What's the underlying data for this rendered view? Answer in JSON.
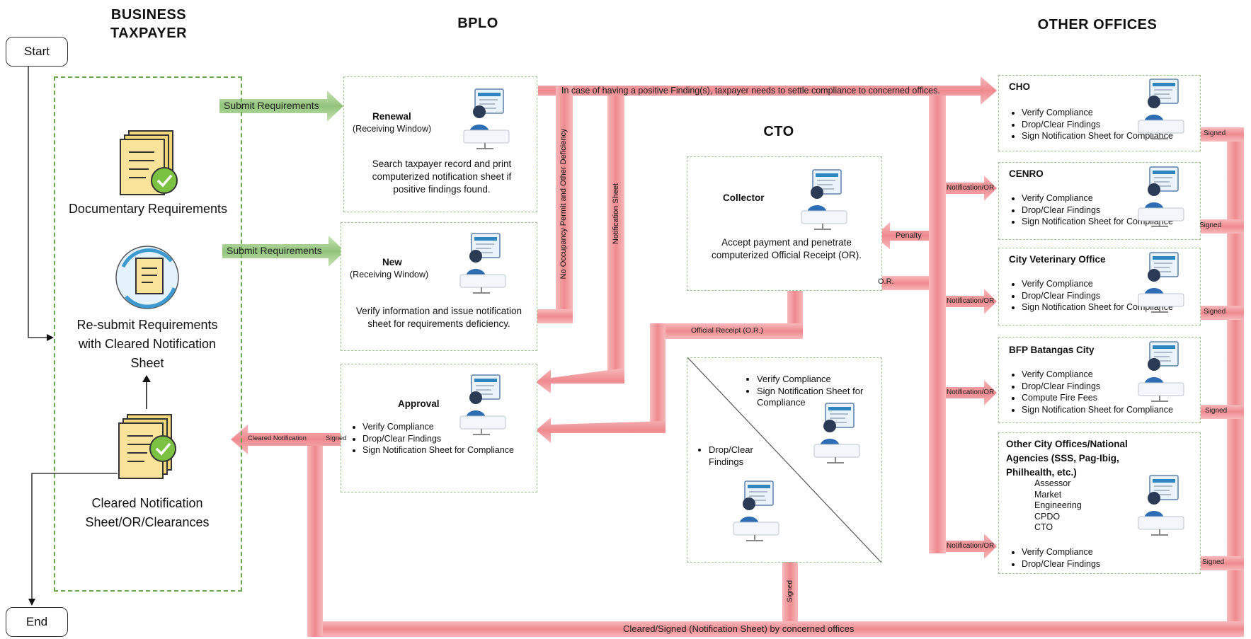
{
  "headers": {
    "taxpayer": "BUSINESS TAXPAYER",
    "bplo": "BPLO",
    "cto": "CTO",
    "other": "OTHER OFFICES"
  },
  "terminals": {
    "start": "Start",
    "end": "End"
  },
  "taxpayer": {
    "doc_req": "Documentary Requirements",
    "resubmit": "Re-submit Requirements with Cleared Notification Sheet",
    "cleared": "Cleared Notification Sheet/OR/Clearances"
  },
  "arrows": {
    "submit1": "Submit Requirements",
    "submit2": "Submit Requirements",
    "top_banner": "In case of having a positive Finding(s), taxpayer needs to settle compliance to concerned offices.",
    "no_occupancy": "No Occupancy Permit and Other Deficiency",
    "notif_sheet": "Notification Sheet",
    "penalty": "Penalty",
    "or": "O.R.",
    "official_receipt": "Official Receipt (O.R.)",
    "cleared_notification": "Cleared Notification",
    "signed_left": "Signed",
    "signed_cto": "Signed",
    "bottom_banner": "Cleared/Signed (Notification Sheet) by concerned offices",
    "notif_or_1": "Notification/OR",
    "notif_or_2": "Notification/OR",
    "notif_or_3": "Notification/OR",
    "notif_or_4": "Notification/OR",
    "signed_r1": "Signed",
    "signed_r2": "Signed",
    "signed_r3": "Signed",
    "signed_r4": "Signed",
    "signed_r5": "Signed"
  },
  "bplo": {
    "renewal": {
      "title": "Renewal",
      "sub": "(Receiving Window)",
      "desc": "Search taxpayer record and print computerized notification sheet if positive findings found."
    },
    "new": {
      "title": "New",
      "sub": "(Receiving Window)",
      "desc": "Verify information and issue notification sheet for requirements deficiency."
    },
    "approval": {
      "title": "Approval",
      "items": [
        "Verify Compliance",
        "Drop/Clear Findings",
        "Sign Notification Sheet for Compliance"
      ]
    }
  },
  "cto": {
    "collector": {
      "title": "Collector",
      "desc": "Accept payment and penetrate computerized Official Receipt (OR)."
    },
    "split_top": [
      "Verify Compliance",
      "Sign Notification Sheet for Compliance"
    ],
    "split_bottom": [
      "Drop/Clear Findings"
    ]
  },
  "offices": {
    "cho": {
      "title": "CHO",
      "items": [
        "Verify Compliance",
        "Drop/Clear Findings",
        "Sign Notification Sheet for Compliance"
      ]
    },
    "cenro": {
      "title": "CENRO",
      "items": [
        "Verify Compliance",
        "Drop/Clear Findings",
        "Sign Notification Sheet for Compliance"
      ]
    },
    "vet": {
      "title": "City Veterinary Office",
      "items": [
        "Verify Compliance",
        "Drop/Clear Findings",
        "Sign Notification Sheet for Compliance"
      ]
    },
    "bfp": {
      "title": "BFP Batangas City",
      "items": [
        "Verify Compliance",
        "Drop/Clear Findings",
        "Compute Fire Fees",
        "Sign Notification Sheet for Compliance"
      ]
    },
    "other": {
      "title": "Other City Offices/National Agencies (SSS, Pag-Ibig, Philhealth, etc.)",
      "list": [
        "Assessor",
        "Market",
        "Engineering",
        "CPDO",
        "CTO"
      ],
      "items": [
        "Verify Compliance",
        "Drop/Clear Findings"
      ]
    }
  },
  "colors": {
    "pink": "#f4a3a6",
    "pink_dark": "#ef8a8f",
    "green_arrow": "#a9d18e",
    "lane": "#6aa84f"
  }
}
